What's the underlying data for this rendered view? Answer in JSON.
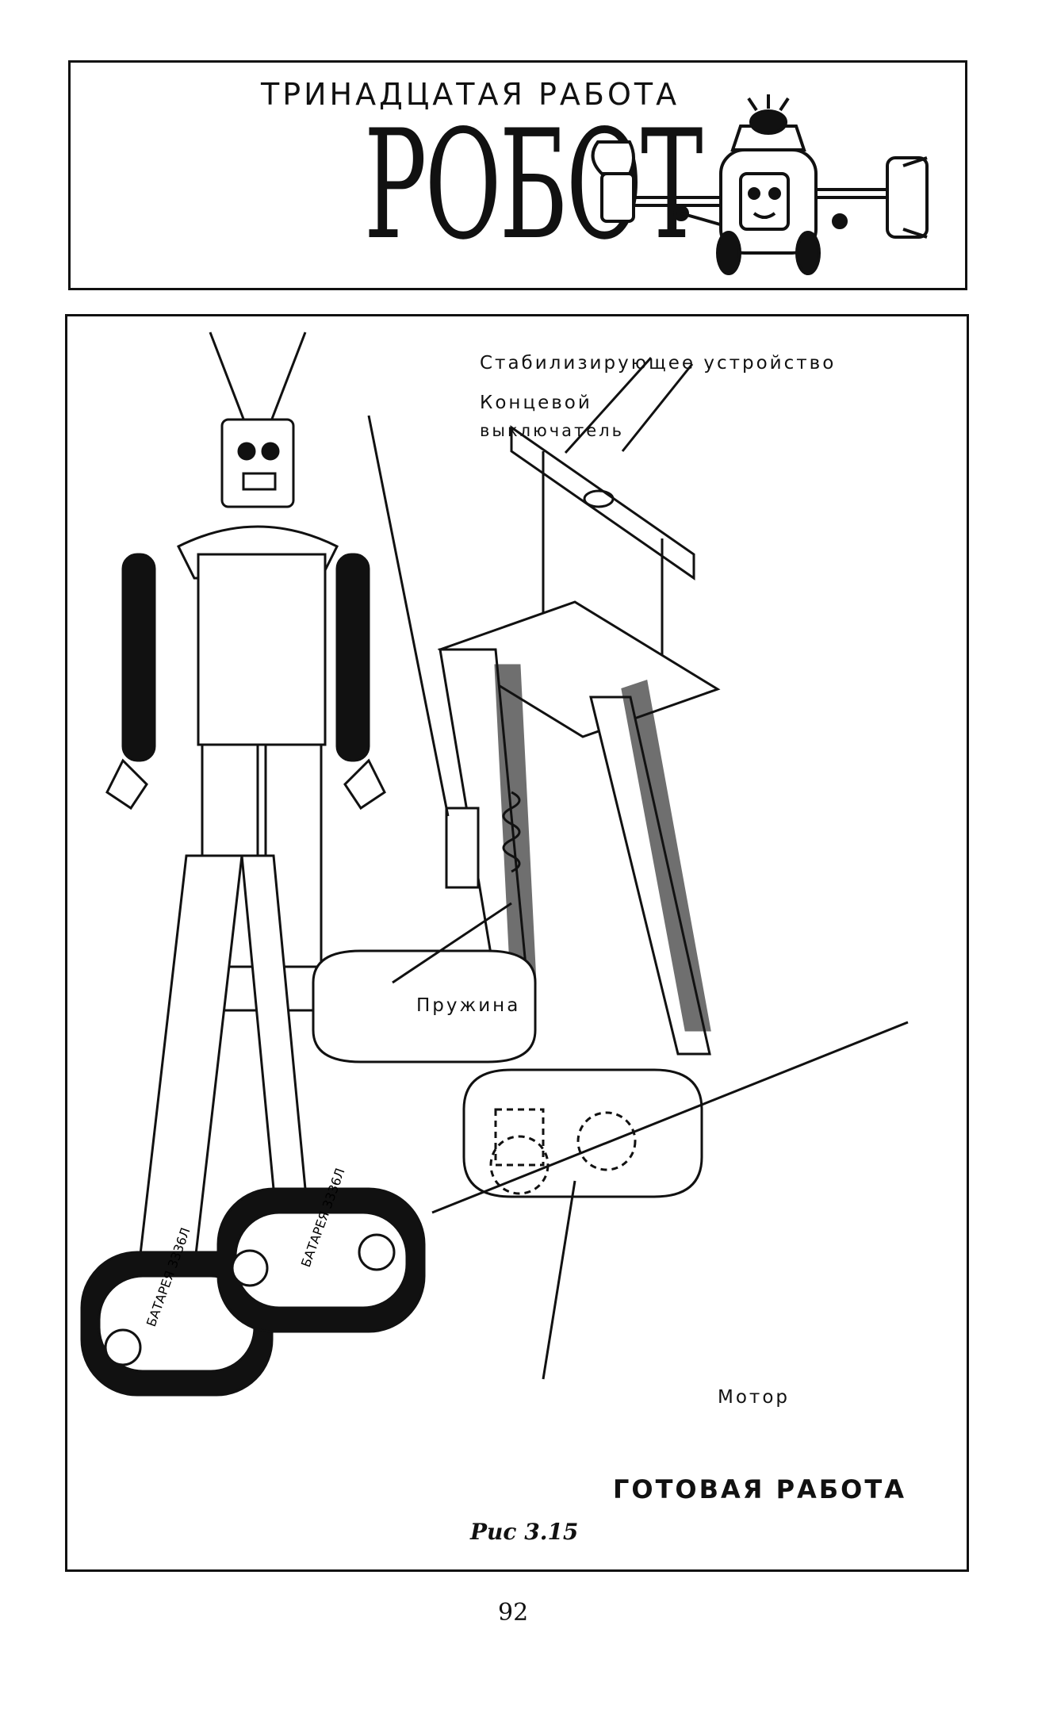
{
  "header": {
    "chapter_title": "ТРИНАДЦАТАЯ РАБОТА",
    "title": "РОБОТ"
  },
  "figure": {
    "labels": {
      "stabilizer": "Стабилизирующее устройство",
      "limit_switch_line1": "Концевой",
      "limit_switch_line2": "выключатель",
      "spring": "Пружина",
      "motor": "Мотор"
    },
    "battery_labels": [
      "БАТАРЕЯ 3336Л",
      "БАТАРЕЯ 3336Л"
    ],
    "finished_caption": "ГОТОВАЯ РАБОТА",
    "figure_number": "Рис 3.15"
  },
  "page": {
    "number": "92"
  }
}
